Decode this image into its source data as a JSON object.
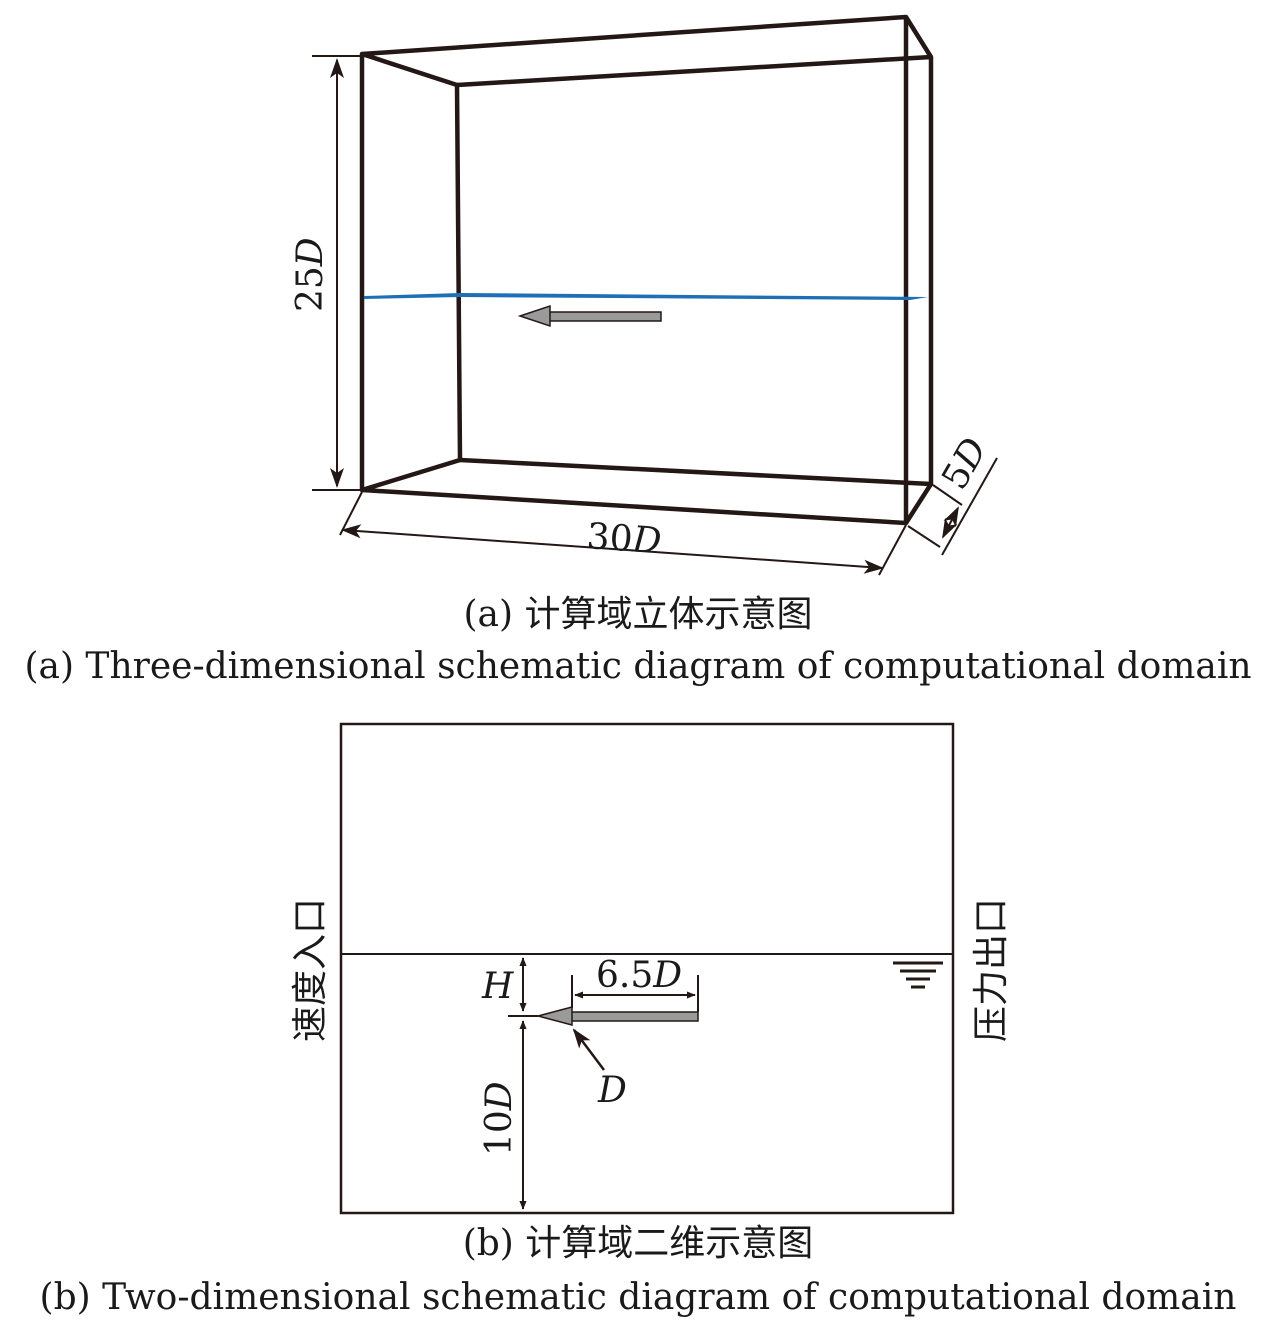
{
  "diagram_3d": {
    "height_label": {
      "num": "25",
      "var": "D"
    },
    "length_label": {
      "num": "30",
      "var": "D"
    },
    "depth_label": {
      "num": "5",
      "var": "D"
    },
    "colors": {
      "edge": "#231815",
      "water_line": "#1e6fb5",
      "body": "#9a9a9a"
    }
  },
  "diagram_2d": {
    "inlet_label": "速度入口",
    "outlet_label": "压力出口",
    "submergence_label": "H",
    "length_label": {
      "num": "6.5",
      "var": "D"
    },
    "diameter_label": "D",
    "bottom_label": {
      "num": "10",
      "var": "D"
    },
    "colors": {
      "edge": "#231815",
      "body": "#9a9a9a"
    }
  },
  "captions": {
    "a_cn": "(a) 计算域立体示意图",
    "a_en": "(a) Three-dimensional schematic diagram of computational domain",
    "b_cn": "(b) 计算域二维示意图",
    "b_en": "(b) Two-dimensional schematic diagram of computational domain"
  }
}
